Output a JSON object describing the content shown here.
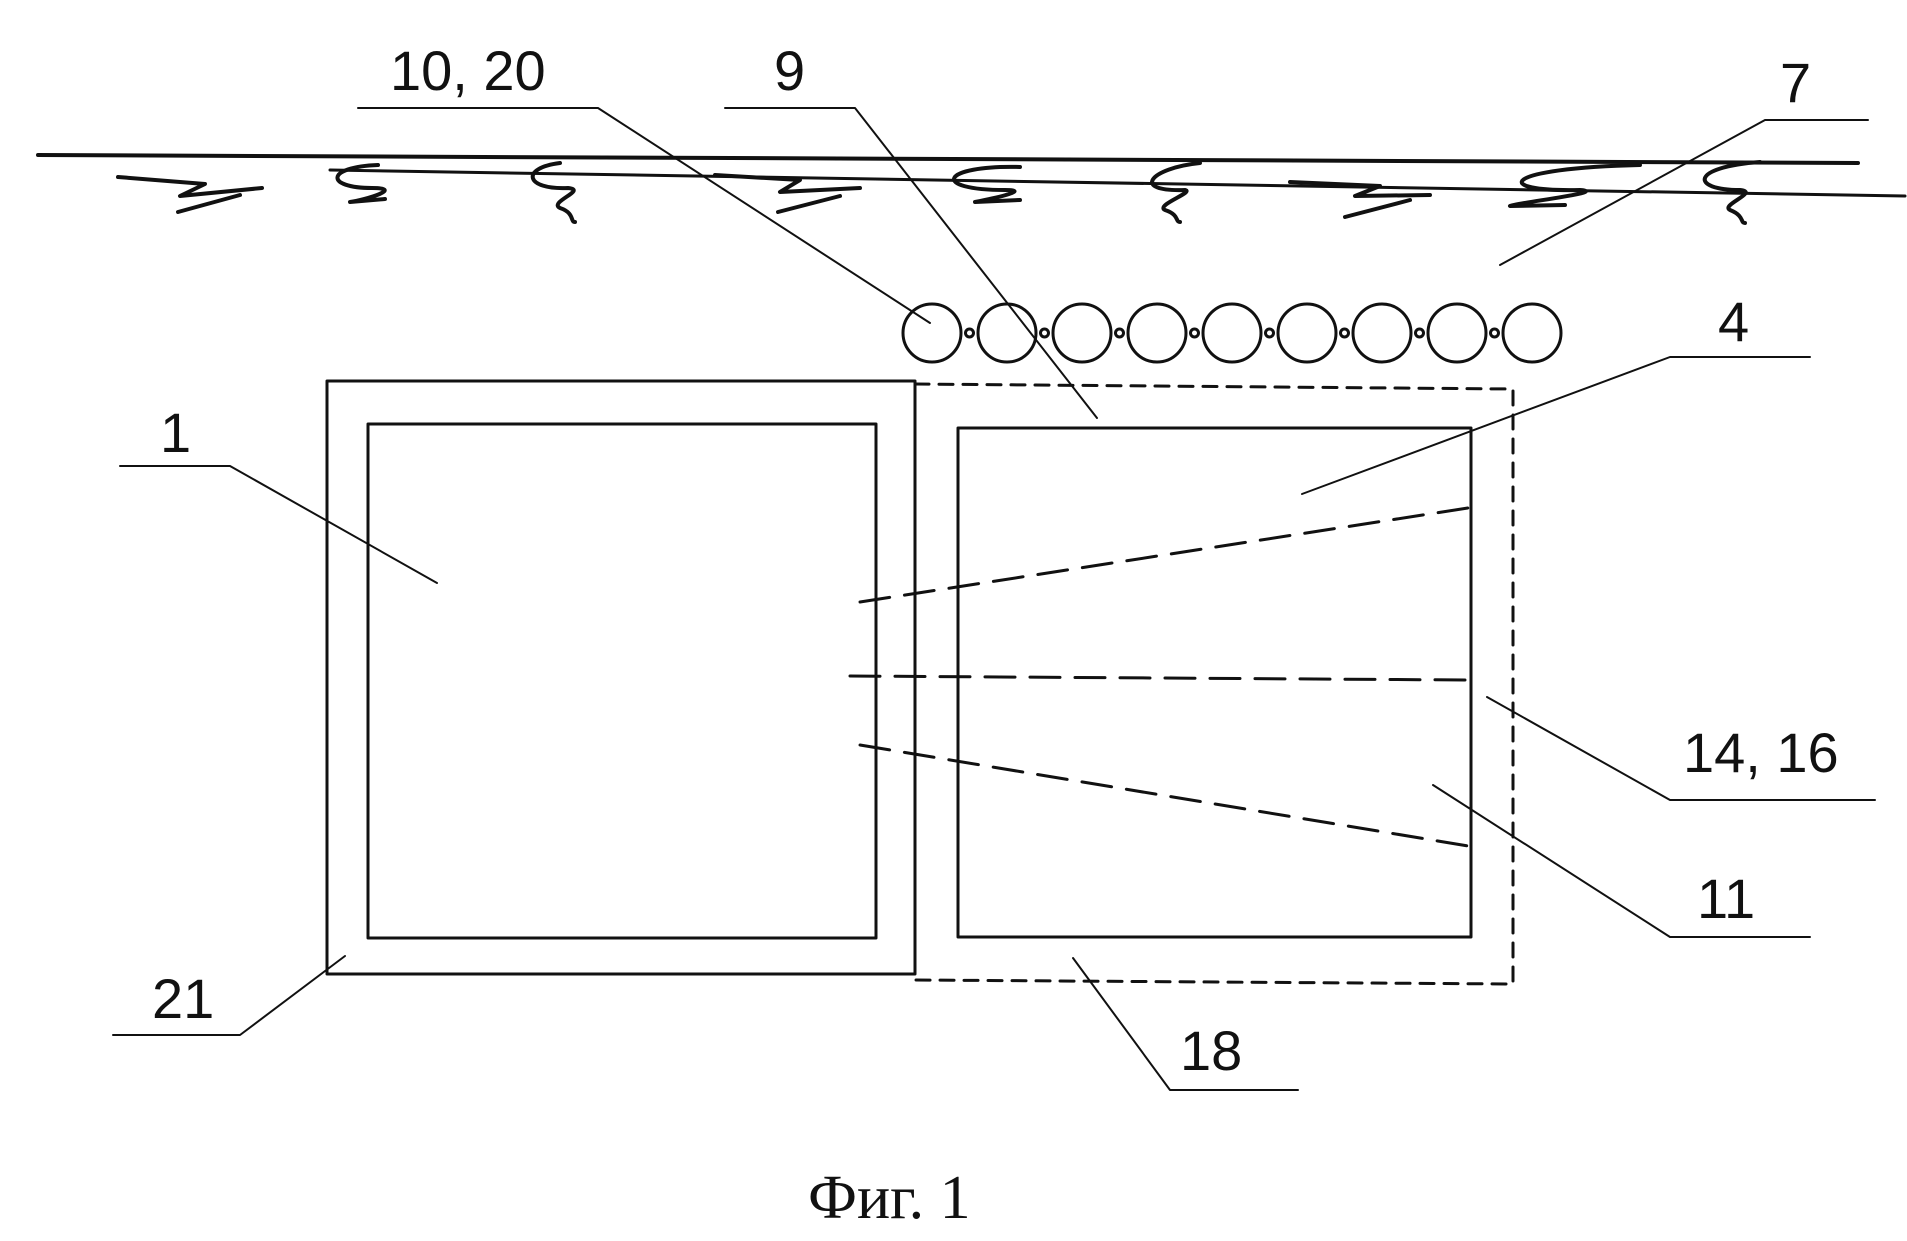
{
  "colors": {
    "ink": "#111111",
    "paper": "#ffffff"
  },
  "labels": {
    "n10_20": "10, 20",
    "n9": "9",
    "n7": "7",
    "n4": "4",
    "n1": "1",
    "n14_16": "14, 16",
    "n11": "11",
    "n21": "21",
    "n18": "18"
  },
  "caption": "Фиг. 1",
  "boom": {
    "float_count": 9
  }
}
